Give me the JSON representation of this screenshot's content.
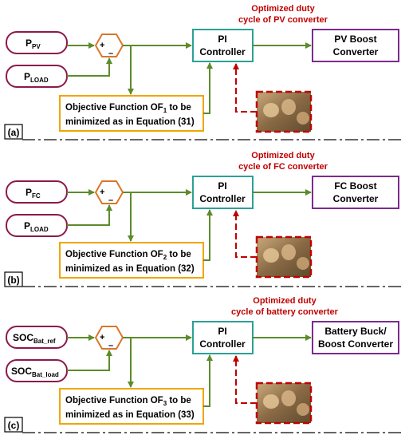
{
  "colors": {
    "input_border": "#8b1a4a",
    "sum_border": "#d9762b",
    "pi_border": "#2aa198",
    "converter_border": "#7b2b8f",
    "objective_border": "#f0a500",
    "arrow_green": "#5b8c2a",
    "feedback_red": "#c00000",
    "separator": "#333333"
  },
  "panels": [
    {
      "label": "(a)",
      "input1_main": "P",
      "input1_sub": "PV",
      "input2_main": "P",
      "input2_sub": "LOAD",
      "sum_plus": "+",
      "sum_minus": "–",
      "pi_line1": "PI",
      "pi_line2": "Controller",
      "converter_line1": "PV Boost",
      "converter_line2": "Converter",
      "optimized_line1": "Optimized duty",
      "optimized_line2": "cycle of PV converter",
      "objective_line1_pre": "Objective Function OF",
      "objective_sub": "1",
      "objective_line1_post": " to be",
      "objective_line2": "minimized as in Equation (31)"
    },
    {
      "label": "(b)",
      "input1_main": "P",
      "input1_sub": "FC",
      "input2_main": "P",
      "input2_sub": "LOAD",
      "sum_plus": "+",
      "sum_minus": "–",
      "pi_line1": "PI",
      "pi_line2": "Controller",
      "converter_line1": "FC Boost",
      "converter_line2": "Converter",
      "optimized_line1": "Optimized duty",
      "optimized_line2": "cycle of FC converter",
      "objective_line1_pre": "Objective Function OF",
      "objective_sub": "2",
      "objective_line1_post": " to be",
      "objective_line2": "minimized as in Equation (32)"
    },
    {
      "label": "(c)",
      "input1_main": "SOC",
      "input1_sub": "Bat_ref",
      "input2_main": "SOC",
      "input2_sub": "Bat_load",
      "sum_plus": "+",
      "sum_minus": "–",
      "pi_line1": "PI",
      "pi_line2": "Controller",
      "converter_line1": "Battery Buck/",
      "converter_line2": "Boost Converter",
      "optimized_line1": "Optimized duty",
      "optimized_line2": "cycle of battery converter",
      "objective_line1_pre": "Objective Function OF",
      "objective_sub": "3",
      "objective_line1_post": " to be",
      "objective_line2": "minimized as in Equation (33)"
    }
  ]
}
